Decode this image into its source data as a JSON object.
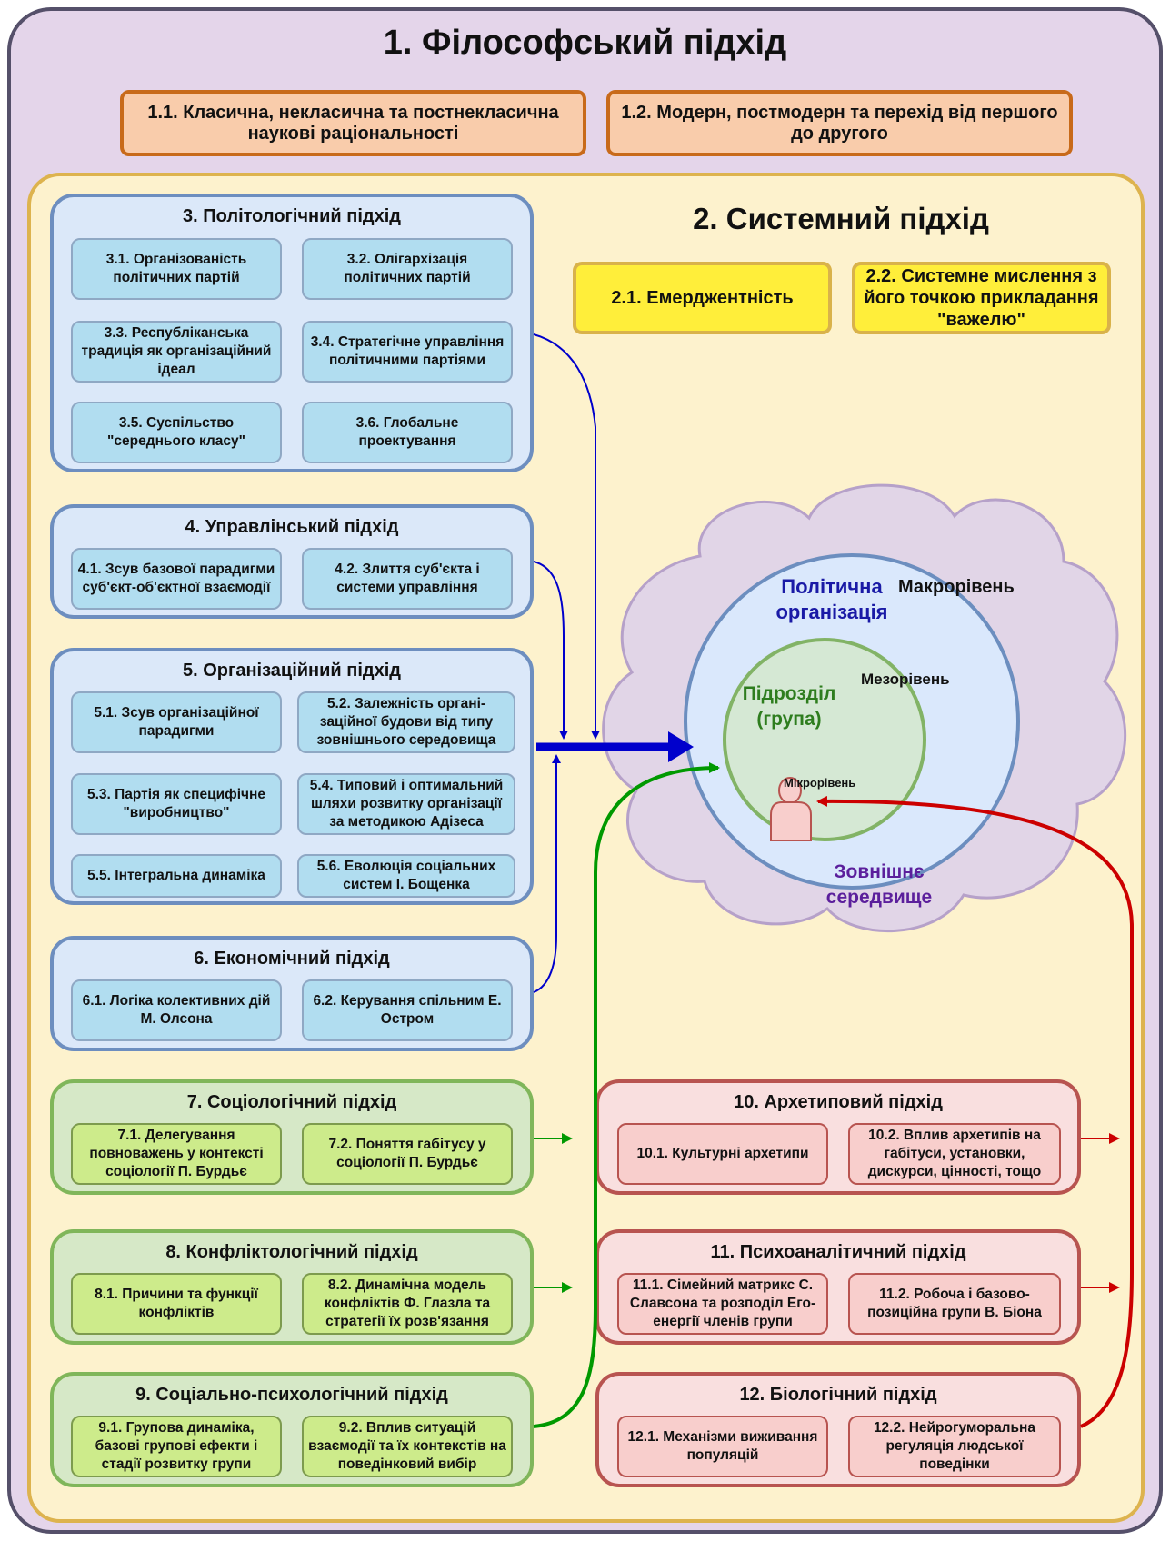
{
  "philosophical": {
    "title": "1. Філософський підхід",
    "b11": "1.1. Класична, некласична та постнекласична наукові раціональності",
    "b12": "1.2.  Модерн, постмодерн та перехід від першого до другого"
  },
  "systemic": {
    "title": "2. Системний підхід",
    "b21": "2.1. Емерджентність",
    "b22": "2.2. Системне мислення з його точкою прикладання \"важелю\""
  },
  "g3": {
    "title": "3. Політологічний підхід",
    "items": [
      "3.1. Організованість політичних партій",
      "3.2. Олігархізація політичних партій",
      "3.3. Республіканська традиція як організаційний ідеал",
      "3.4. Стратегічне управління політичними партіями",
      "3.5. Суспільство \"середнього класу\"",
      "3.6. Глобальне проектування"
    ]
  },
  "g4": {
    "title": "4. Управлінський підхід",
    "items": [
      "4.1. Зсув базової парадигми суб'єкт-об'єктної взаємодії",
      "4.2. Злиття суб'єкта і системи управління"
    ]
  },
  "g5": {
    "title": "5. Організаційний підхід",
    "items": [
      "5.1. Зсув організаційної парадигми",
      "5.2. Залежність органі-заційної будови від типу зовнішнього середовища",
      "5.3. Партія як специфічне \"виробництво\"",
      "5.4. Типовий і оптимальний шляхи розвитку організації за методикою Адізеса",
      "5.5. Інтегральна динаміка",
      "5.6. Еволюція соціальних систем І. Бощенка"
    ]
  },
  "g6": {
    "title": "6. Економічний підхід",
    "items": [
      "6.1. Логіка колективних дій М. Олсона",
      "6.2. Керування спільним Е. Остром"
    ]
  },
  "g7": {
    "title": "7. Соціологічний підхід",
    "items": [
      "7.1. Делегування повноважень у контексті соціології П. Бурдьє",
      "7.2. Поняття габітусу у соціології П. Бурдьє"
    ]
  },
  "g8": {
    "title": "8. Конфліктологічний підхід",
    "items": [
      "8.1. Причини та функції конфліктів",
      "8.2. Динамічна модель конфліктів Ф. Глазла та стратегії їх розв'язання"
    ]
  },
  "g9": {
    "title": "9. Соціально-психологічний підхід",
    "items": [
      "9.1. Групова динаміка, базові групові ефекти і стадії розвитку групи",
      "9.2. Вплив ситуацій взаємодії та їх контекстів на поведінковий вибір"
    ]
  },
  "g10": {
    "title": "10. Архетиповий підхід",
    "items": [
      "10.1. Культурні архетипи",
      "10.2. Вплив архетипів на габітуси, установки, дискурси, цінності, тощо"
    ]
  },
  "g11": {
    "title": "11. Психоаналітичний підхід",
    "items": [
      "11.1. Сімейний матрикс С. Славсона та розподіл Его-енергії членів групи",
      "11.2. Робоча і базово-позиційна групи В. Біона"
    ]
  },
  "g12": {
    "title": "12. Біологічний підхід",
    "items": [
      "12.1. Механізми виживання популяцій",
      "12.2. Нейрогуморальна регуляція людської поведінки"
    ]
  },
  "cloud": {
    "org": "Політична організація",
    "macro": "Макрорівень",
    "unit": "Підрозділ (група)",
    "meso": "Мезорівень",
    "micro": "Мікрорівень",
    "env": "Зовнішнє середвище"
  },
  "colors": {
    "philosophical_bg": "#e4d5ea",
    "systemic_bg": "#fdf2cd",
    "blue_arrow": "#0000cc",
    "green_arrow": "#009900",
    "red_arrow": "#cc0000",
    "org_text": "#1a1aa6",
    "unit_text": "#2e7d1e",
    "env_text": "#5b1f9c"
  },
  "icons": [
    "person-icon"
  ]
}
